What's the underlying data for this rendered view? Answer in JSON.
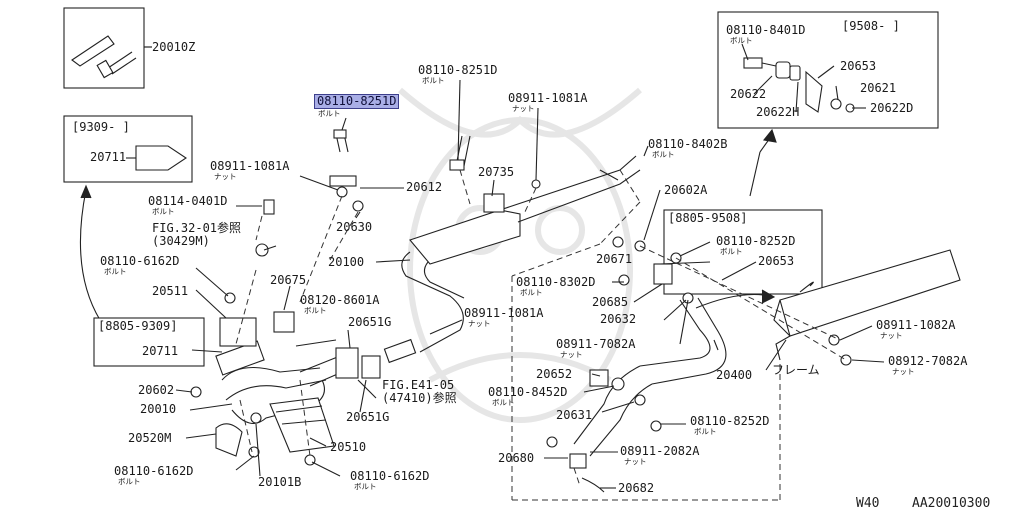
{
  "diagram": {
    "highlighted_part": "08110-8251D",
    "footer": {
      "model": "W40",
      "code": "AA20010300"
    },
    "labels": {
      "p20010Z": "20010Z",
      "r9309": "[9309-  ]",
      "p20711_top": "20711",
      "p08110_8251D_a": "08110-8251D",
      "p08110_8251D_a_sub": "ボルト",
      "p08110_8251D_b": "08110-8251D",
      "p08110_8251D_b_sub": "ボルト",
      "p08911_1081A_a": "08911-1081A",
      "p08911_1081A_a_sub": "ナット",
      "p08911_1081A_b": "08911-1081A",
      "p08911_1081A_b_sub": "ナット",
      "p20612": "20612",
      "p20735": "20735",
      "p08114_0401D": "08114-0401D",
      "p08114_0401D_sub": "ボルト",
      "fig32": "FIG.32-01参照",
      "fig32b": "(30429M)",
      "p20630": "20630",
      "p08110_6162D_a": "08110-6162D",
      "p08110_6162D_a_sub": "ボルト",
      "p20100": "20100",
      "p20675": "20675",
      "p08120_8601A": "08120-8601A",
      "p08120_8601A_sub": "ボルト",
      "p20511": "20511",
      "r8805_9309": "[8805-9309]",
      "p20711": "20711",
      "p20651G_a": "20651G",
      "p08911_1081A_c": "08911-1081A",
      "p08911_1081A_c_sub": "ナット",
      "p20602": "20602",
      "p20010": "20010",
      "p20520M": "20520M",
      "fige41": "FIG.E41-05",
      "fige41b": "(47410)参照",
      "p20651G_b": "20651G",
      "p20510": "20510",
      "p08110_6162D_b": "08110-6162D",
      "p08110_6162D_b_sub": "ボルト",
      "p20101B": "20101B",
      "p08110_6162D_c": "08110-6162D",
      "p08110_6162D_c_sub": "ボルト",
      "p08110_8402B": "08110-8402B",
      "p08110_8402B_sub": "ボルト",
      "p20602A": "20602A",
      "r8805_9508": "[8805-9508]",
      "p08110_8252D_a": "08110-8252D",
      "p08110_8252D_a_sub": "ボルト",
      "p20671": "20671",
      "p20653_a": "20653",
      "p08110_8302D": "08110-8302D",
      "p08110_8302D_sub": "ボルト",
      "p20685": "20685",
      "p20632": "20632",
      "p08911_7082A": "08911-7082A",
      "p08911_7082A_sub": "ナット",
      "p20400": "20400",
      "p08911_1082A": "08911-1082A",
      "p08911_1082A_sub": "ナット",
      "p08912_7082A": "08912-7082A",
      "p08912_7082A_sub": "ナット",
      "frame": "フレーム",
      "p20652": "20652",
      "p08110_8452D": "08110-8452D",
      "p08110_8452D_sub": "ボルト",
      "p20631": "20631",
      "p08110_8252D_b": "08110-8252D",
      "p08110_8252D_b_sub": "ボルト",
      "p20680": "20680",
      "p08911_2082A": "08911-2082A",
      "p08911_2082A_sub": "ナット",
      "p20682": "20682",
      "p08110_8401D": "08110-8401D",
      "p08110_8401D_sub": "ボルト",
      "r9508": "[9508-  ]",
      "p20653_b": "20653",
      "p20621": "20621",
      "p20622": "20622",
      "p20622H": "20622H",
      "p20622D": "20622D"
    }
  }
}
